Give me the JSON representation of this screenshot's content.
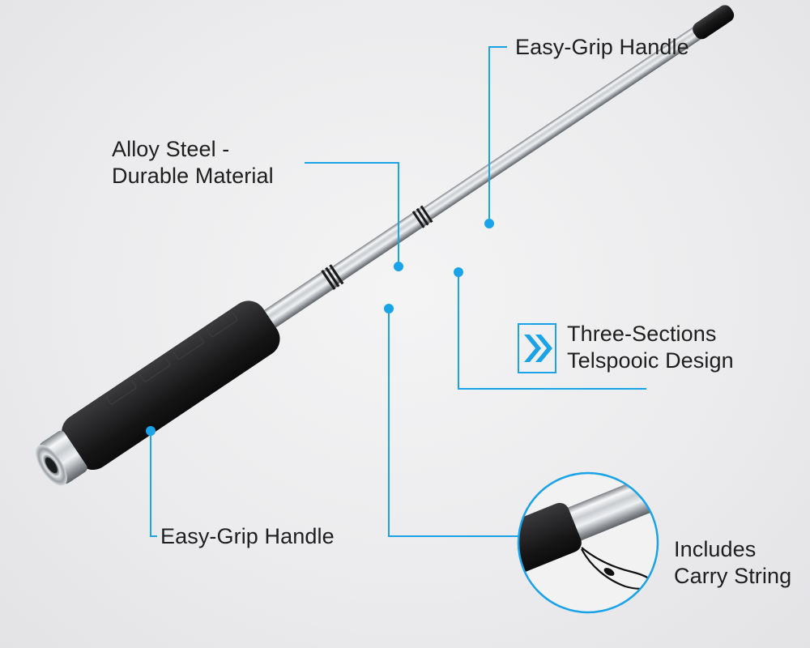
{
  "colors": {
    "accent": "#1aa3e6",
    "background": "#ececee",
    "grip": "#222222",
    "steel": "#c8cacd",
    "text": "#1e1e1e"
  },
  "callouts": {
    "top_handle": {
      "text": "Easy-Grip Handle"
    },
    "material": {
      "line1": "Alloy Steel -",
      "line2": "Durable Material"
    },
    "sections": {
      "line1": "Three-Sections",
      "line2": "Telspooic Design",
      "icon": "double-chevron-right-icon"
    },
    "bottom_handle": {
      "text": "Easy-Grip Handle"
    },
    "carry": {
      "line1": "Includes",
      "line2": "Carry String"
    }
  }
}
